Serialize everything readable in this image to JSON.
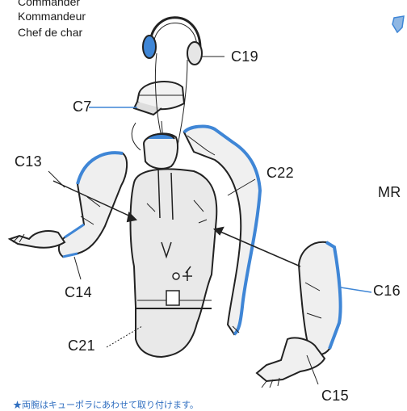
{
  "figure_titles": [
    "Commander",
    "Kommandeur",
    "Chef de char"
  ],
  "part_labels": {
    "c19": "C19",
    "c7": "C7",
    "c13": "C13",
    "c22": "C22",
    "c14": "C14",
    "c16": "C16",
    "c21": "C21",
    "c15": "C15"
  },
  "side_label": "MR",
  "note_text": "★両腕はキューポラにあわせて取り付けます。",
  "colors": {
    "highlight": "#3f86d6",
    "line": "#222222",
    "fill": "#eeeeee"
  }
}
